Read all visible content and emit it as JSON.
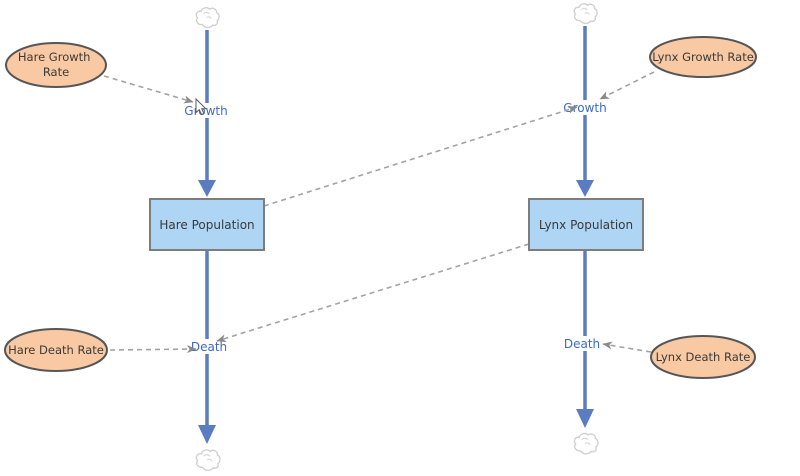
{
  "diagram": {
    "stocks": [
      {
        "label": "Hare Population"
      },
      {
        "label": "Lynx Population"
      }
    ],
    "flows": [
      {
        "label": "Growth",
        "into": "Hare Population",
        "from": "cloud"
      },
      {
        "label": "Death",
        "out_of": "Hare Population",
        "to": "cloud"
      },
      {
        "label": "Growth",
        "into": "Lynx Population",
        "from": "cloud"
      },
      {
        "label": "Death",
        "out_of": "Lynx Population",
        "to": "cloud"
      }
    ],
    "variables": [
      {
        "label": "Hare Growth Rate",
        "line1": "Hare Growth",
        "line2": "Rate"
      },
      {
        "label": "Lynx Growth Rate"
      },
      {
        "label": "Hare Death Rate"
      },
      {
        "label": "Lynx Death Rate"
      }
    ],
    "links": [
      {
        "from": "Hare Growth Rate",
        "to": "Hare Growth flow"
      },
      {
        "from": "Lynx Growth Rate",
        "to": "Lynx Growth flow"
      },
      {
        "from": "Hare Population",
        "to": "Lynx Growth flow"
      },
      {
        "from": "Lynx Population",
        "to": "Hare Death flow"
      },
      {
        "from": "Hare Death Rate",
        "to": "Hare Death flow"
      },
      {
        "from": "Lynx Death Rate",
        "to": "Lynx Death flow"
      }
    ],
    "colors": {
      "stock_fill": "#aed5f3",
      "stock_border": "#7d7d7d",
      "variable_fill": "#f9c9a3",
      "variable_border": "#565656",
      "flow_blue": "#5b7cc1",
      "flow_label_text": "#3e6ac5",
      "link_gray": "#a3a3a3",
      "node_text": "#3a3a3a",
      "cloud_outline": "#cfcfcf",
      "background": "#ffffff"
    }
  }
}
